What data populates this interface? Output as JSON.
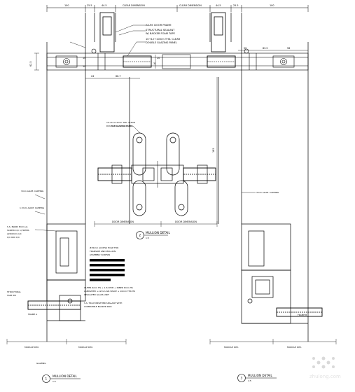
{
  "dims_top": {
    "left_outer": "100",
    "left_a": "25.5",
    "left_b": "44.5",
    "clear_left": "CLEAR DIMENSION",
    "clear_right": "CLEAR DIMENSION",
    "right_b": "44.5",
    "right_a": "25.5",
    "right_outer": "100"
  },
  "side_dims": {
    "left_height": "62.5",
    "center_height": "185"
  },
  "header_dims": {
    "a": "24",
    "b": "66.7",
    "c": "31",
    "d": "20",
    "e": "10",
    "f": "10",
    "r1": "56",
    "r2": "83.5",
    "r3": "56"
  },
  "labels": {
    "alum_door_frame": "ALUM. DOOR FRAME",
    "structural_sealant": "STRUCTURAL SEALANT",
    "backer_rod": "W/ BACKER FOAM TAPE",
    "glass_panel_top": "10+12+10mm THK. CLEAR",
    "glass_panel_top2": "DOUBLE GLAZING PANEL",
    "mullion_glass": "10+12+10mm THK. CLEAR",
    "mullion_glass2": "DOUBLE GLAZING PANEL",
    "capping_left": "3mm ALUM. CAPPING",
    "capping_left2": "1.5mm ALUM. CAPPING",
    "capping_right": "3mm ALUM. CAPPING",
    "ss_bolt": "S.S. BLIND 8mm LG",
    "ss_bolt2": "SCREW C/C 1/7DEMS",
    "ss_bolt3": "@300mm C/C",
    "ss_bolt4": "C/C 600 C/C",
    "access_hole": "#25mm ACCESS HOLE FOR",
    "access_hole2": "TRANSOM AND MULLION",
    "access_hole3": "ASSEMBLY SCREWS",
    "structural_tape": "STRUCTURAL",
    "structural_tape2": "TAPE 3M",
    "outer_glass": "OUTER 6mm HS + 1.52 PVB + INNER 6mm HS",
    "outer_glass2": "LAMINATED +12mm AIR SPACE + 10mm THK HS",
    "outer_glass3": "INSULATED GLASS UNIT",
    "weather_sealant": "S.S. TRI-M WEATHER SEALANT WITH",
    "weather_sealant2": "COMPATIBLE BACKER ROD",
    "frame_a": "FRAME A",
    "frame_b": "FRAME B"
  },
  "center_dims": {
    "left": "DOOR DIMENSION",
    "right": "DOOR DIMENSION"
  },
  "module_dims": {
    "a": "MODULE DIM.",
    "b": "MODULE DIM.",
    "c": "MODULE DIM.",
    "d": "MODULE DIM."
  },
  "titles": {
    "t2_num": "2",
    "t2_title": "MULLION DETAIL",
    "t2_scale": "1:5",
    "t1_num": "1",
    "t1_title": "MULLION DETAIL",
    "t1_scale": "1:5",
    "t3_num": "3",
    "t3_title": "MULLION DETAIL",
    "t3_scale": "1:5",
    "bottom_left_note": "GLAZING"
  },
  "watermark": "zhulong.com"
}
